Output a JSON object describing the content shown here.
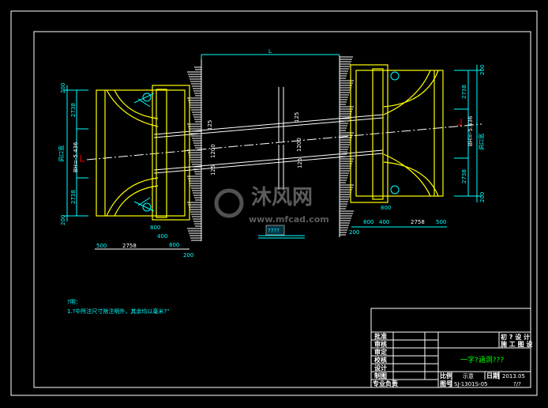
{
  "drawing": {
    "center_dimension_label": "L",
    "center_tag": "????",
    "left_elevation": {
      "width_label": "洞口宽",
      "elevation_label": "BH=-5.436",
      "dims_vertical": [
        "200",
        "2738",
        "2738",
        "200"
      ],
      "dims_bottom": [
        "500",
        "2758",
        "400",
        "800",
        "200",
        "800"
      ]
    },
    "right_elevation": {
      "width_label": "洞口宽",
      "elevation_label": "BH=-5.436",
      "dims_vertical": [
        "200",
        "2738",
        "2738",
        "200"
      ],
      "dims_bottom": [
        "200",
        "800",
        "400",
        "2758",
        "500",
        "800"
      ]
    },
    "slope_dims": [
      "125",
      "1200",
      "125",
      "125",
      "1200",
      "125"
    ]
  },
  "notes": {
    "heading": "?明：",
    "line1": "1.?中所注尺寸除注明外，其余均以毫米?\""
  },
  "title_block": {
    "left_labels": [
      "批准",
      "审核",
      "审定",
      "校核",
      "设计",
      "制图",
      "专业负责"
    ],
    "stage_row1": "初 ? 设 计",
    "stage_row2": "施 工 图 设",
    "drawing_title": "一字?涵洞???",
    "scale_label": "比例",
    "scale_value": "示意",
    "date_label": "日期",
    "date_value": "2013.05",
    "number_label": "图号",
    "number_value": "SJ-1301S-05",
    "sheet": "?/?"
  },
  "watermark": {
    "brand": "沐风网",
    "url": "www.mfcad.com"
  }
}
